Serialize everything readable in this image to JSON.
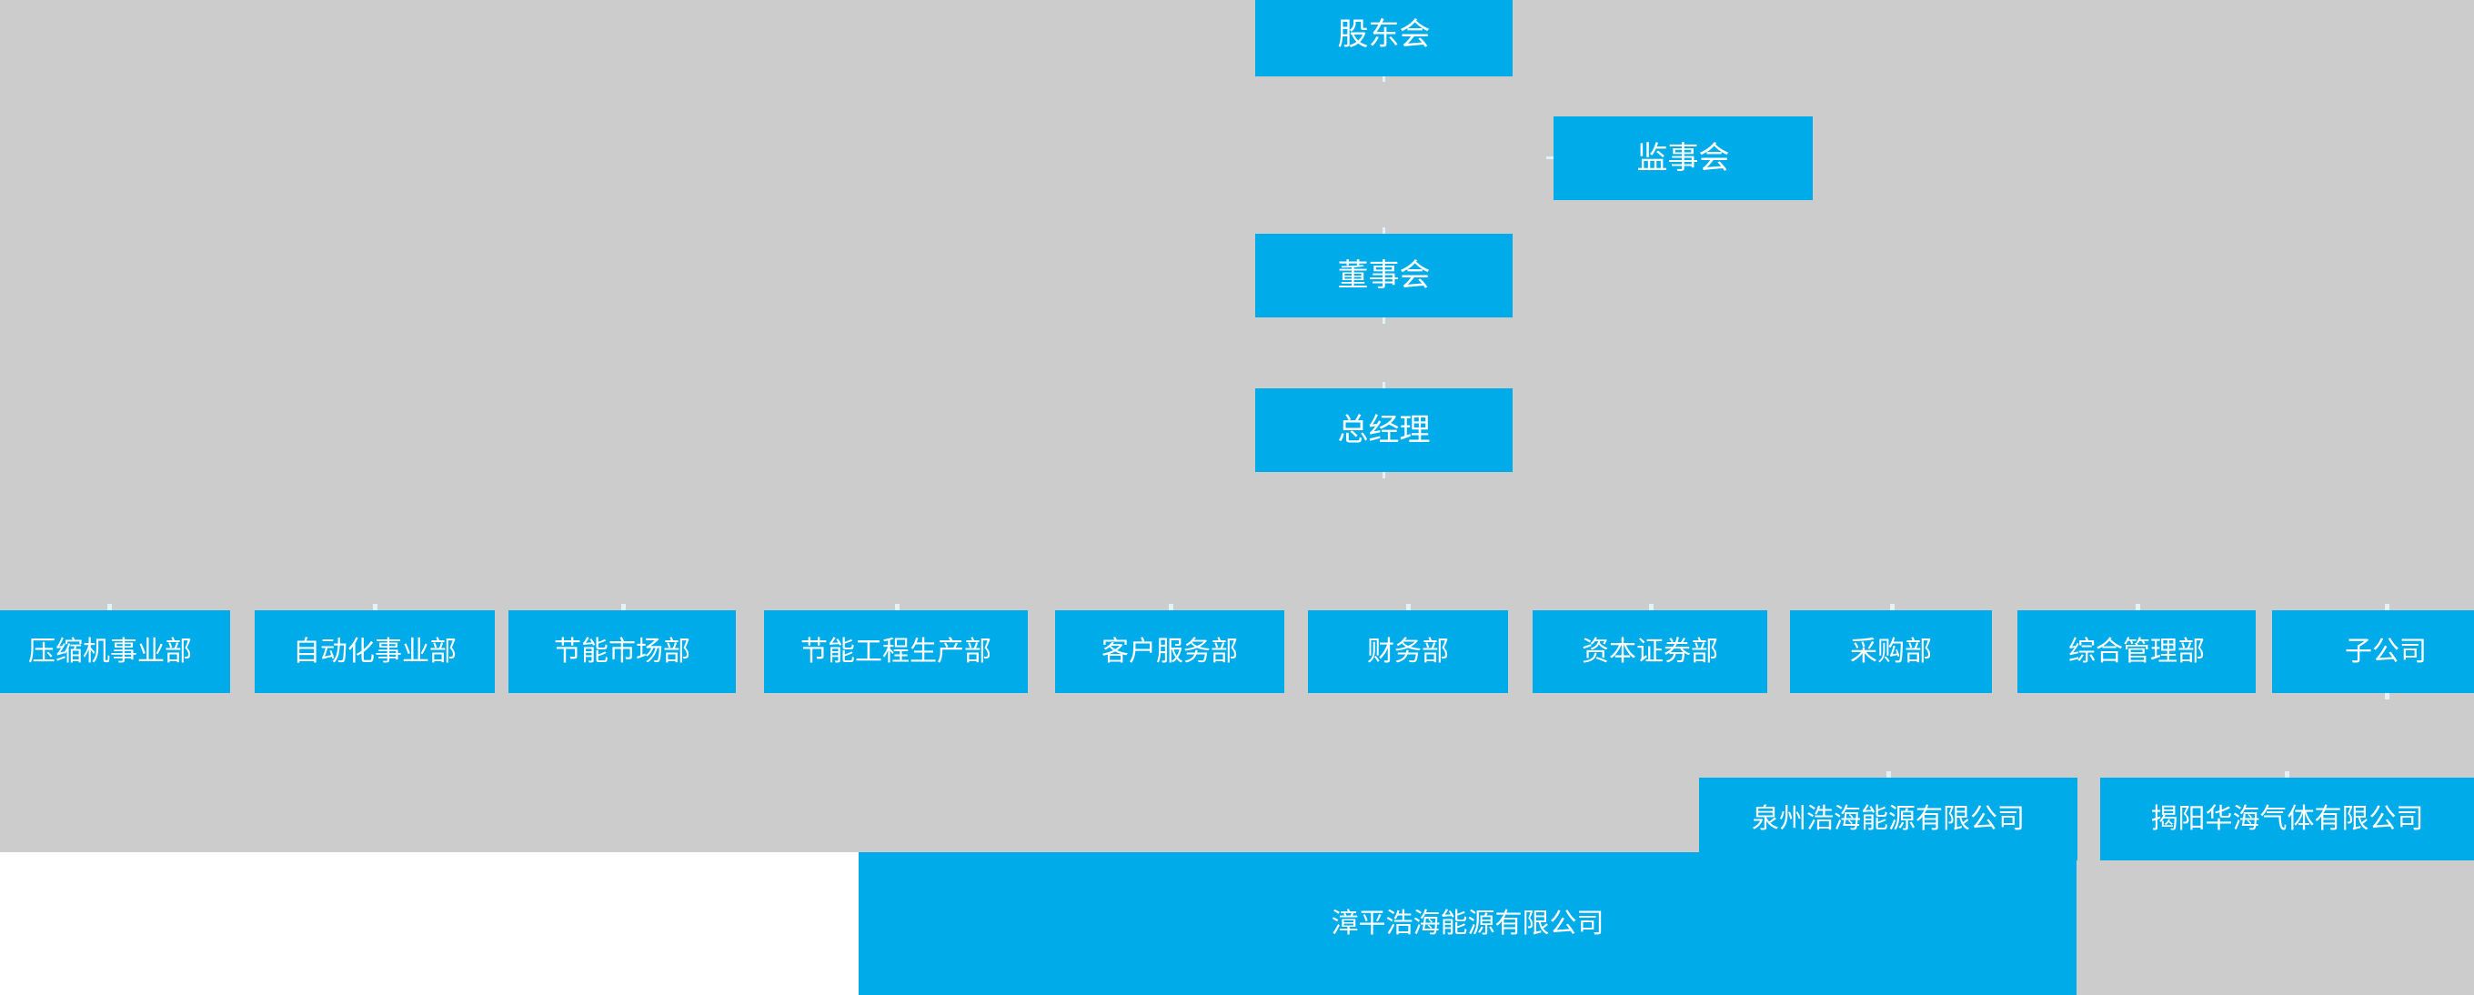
{
  "chart": {
    "title": "",
    "type": "org-chart",
    "background_color": "#cccccc",
    "page_background_color": "#ffffff",
    "node_color": "#00ABE9",
    "node_text_color": "#ffffff",
    "connector_color": "#e8f7fd"
  },
  "governance": {
    "shareholders_meeting": "股东会",
    "board_of_supervisors": "监事会",
    "board_of_directors": "董事会",
    "general_manager": "总经理"
  },
  "departments": [
    {
      "label": "压缩机事业部"
    },
    {
      "label": "自动化事业部"
    },
    {
      "label": "节能市场部"
    },
    {
      "label": "节能工程生产部"
    },
    {
      "label": "客户服务部"
    },
    {
      "label": "财务部"
    },
    {
      "label": "资本证券部"
    },
    {
      "label": "采购部"
    },
    {
      "label": "综合管理部"
    },
    {
      "label": "子公司"
    }
  ],
  "subsidiaries": [
    {
      "label": "泉州浩海能源有限公司"
    },
    {
      "label": "揭阳华海气体有限公司"
    },
    {
      "label": "漳平浩海能源有限公司"
    }
  ]
}
